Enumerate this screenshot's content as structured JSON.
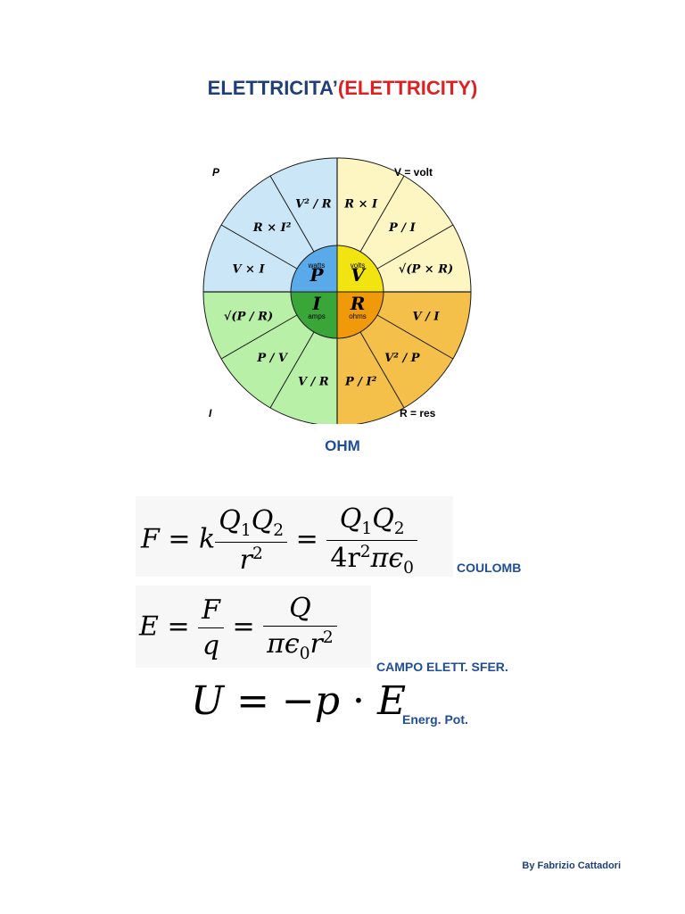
{
  "title": {
    "main": "ELETTRICITA’",
    "paren": "(ELETTRICITY)"
  },
  "wheel": {
    "corners": {
      "tl": "P",
      "tr": "V = volt",
      "bl": "I",
      "br": "R = res"
    },
    "center": {
      "p": {
        "unit": "watts",
        "sym": "P"
      },
      "v": {
        "unit": "volts",
        "sym": "V"
      },
      "i": {
        "unit": "amps",
        "sym": "I"
      },
      "r": {
        "unit": "ohms",
        "sym": "R"
      }
    },
    "segments": {
      "p1": "V² / R",
      "p2": "R × I²",
      "p3": "V × I",
      "v1": "R × I",
      "v2": "P / I",
      "v3": "√(P × R)",
      "i1": "√(P / R)",
      "i2": "P / V",
      "i3": "V / R",
      "r1": "V / I",
      "r2": "V² / P",
      "r3": "P / I²"
    },
    "colors": {
      "p": "#cbe6f7",
      "v": "#fdf6c2",
      "i": "#b8f0a8",
      "r": "#f5c04a",
      "pc": "#5aa9e8",
      "vc": "#f2e410",
      "ic": "#3aa63a",
      "rc": "#f09a0a"
    }
  },
  "ohm_label": "OHM",
  "coulomb": {
    "lhs": "F",
    "k": "k",
    "num": "Q",
    "s1": "1",
    "s2": "2",
    "r": "r",
    "sq": "2",
    "den": "4r",
    "pi": "π",
    "eps": "ϵ",
    "zero": "0",
    "tag": "COULOMB"
  },
  "field": {
    "lhs": "E",
    "F": "F",
    "q": "q",
    "Q": "Q",
    "pi": "π",
    "eps": "ϵ",
    "zero": "0",
    "r": "r",
    "sq": "2",
    "tag": "CAMPO ELETT. SFER."
  },
  "energy": {
    "U": "U",
    "mid": " = −",
    "p": "p",
    "dot": " · ",
    "E": "E",
    "tag": "Energ. Pot."
  },
  "author": "By Fabrizio Cattadori"
}
